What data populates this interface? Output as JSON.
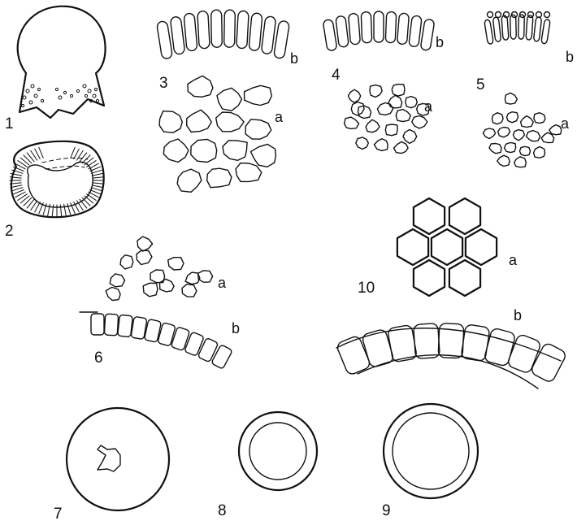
{
  "figures": [
    {
      "id": "1",
      "number": "1",
      "parts": []
    },
    {
      "id": "2",
      "number": "2",
      "parts": []
    },
    {
      "id": "3",
      "number": "3",
      "parts": [
        "a",
        "b"
      ]
    },
    {
      "id": "4",
      "number": "4",
      "parts": [
        "a",
        "b"
      ]
    },
    {
      "id": "5",
      "number": "5",
      "parts": [
        "a",
        "b"
      ]
    },
    {
      "id": "6",
      "number": "6",
      "parts": [
        "a",
        "b"
      ]
    },
    {
      "id": "7",
      "number": "7",
      "parts": []
    },
    {
      "id": "8",
      "number": "8",
      "parts": []
    },
    {
      "id": "9",
      "number": "9",
      "parts": []
    },
    {
      "id": "10",
      "number": "10",
      "parts": [
        "a",
        "b"
      ]
    }
  ]
}
